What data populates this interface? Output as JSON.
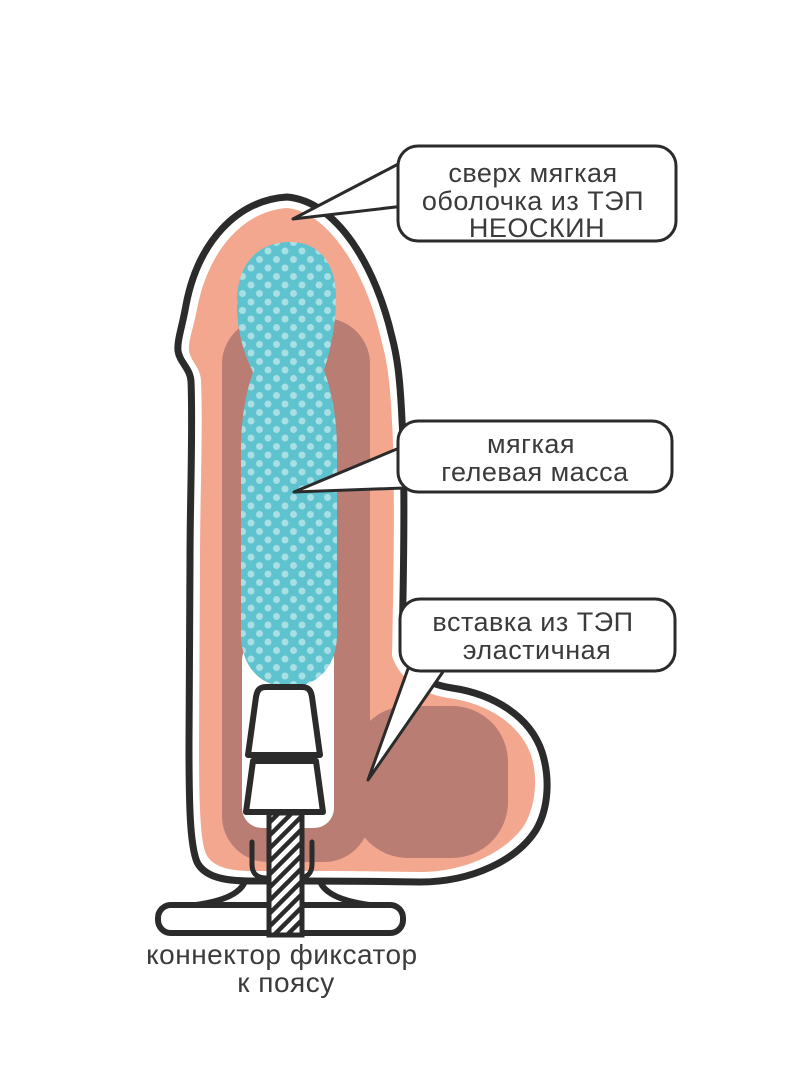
{
  "callouts": [
    {
      "id": "shell",
      "lines": [
        "сверх мягкая",
        "оболочка из ТЭП",
        "НЕОСКИН"
      ]
    },
    {
      "id": "gel",
      "lines": [
        "мягкая",
        "гелевая масса"
      ]
    },
    {
      "id": "insert",
      "lines": [
        "вставка из ТЭП",
        "эластичная"
      ]
    }
  ],
  "caption": {
    "lines": [
      "коннектор фиксатор",
      "к поясу"
    ]
  },
  "colors": {
    "outline": "#2b2b2b",
    "shell_pink": "#F3A78F",
    "insert_mauve": "#B97D73",
    "gel_teal": "#5EC3CE",
    "gel_dots": "#A8DFE4",
    "text": "#3b3b3b",
    "bubble_fill": "#ffffff",
    "background": "#ffffff"
  }
}
